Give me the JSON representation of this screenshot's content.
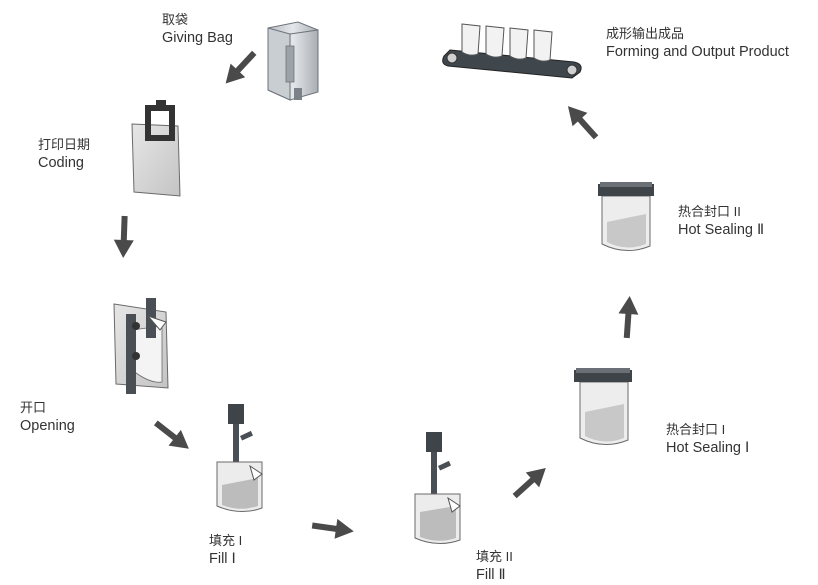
{
  "colors": {
    "arrow": "#4a4a4a",
    "bag": "#dcdcdc",
    "bag_stroke": "#6a6a6a",
    "machine": "#555555",
    "text": "#333333"
  },
  "steps": [
    {
      "id": "giving-bag",
      "zh": "取袋",
      "en": "Giving Bag",
      "icon": "bag-holder-icon"
    },
    {
      "id": "coding",
      "zh": "打印日期",
      "en": "Coding",
      "icon": "coding-bag-icon"
    },
    {
      "id": "opening",
      "zh": "开口",
      "en": "Opening",
      "icon": "opening-bag-icon"
    },
    {
      "id": "fill-1",
      "zh": "填充 I",
      "en": "Fill Ⅰ",
      "icon": "filling-nozzle-icon"
    },
    {
      "id": "fill-2",
      "zh": "填充 II",
      "en": "Fill Ⅱ",
      "icon": "filling-nozzle-icon"
    },
    {
      "id": "hot-sealing-1",
      "zh": "热合封口 I",
      "en": "Hot Sealing Ⅰ",
      "icon": "heat-sealer-icon"
    },
    {
      "id": "hot-sealing-2",
      "zh": "热合封口 II",
      "en": "Hot Sealing Ⅱ",
      "icon": "heat-sealer-icon"
    },
    {
      "id": "output",
      "zh": "成形输出成品",
      "en": "Forming and Output Product",
      "icon": "conveyor-icon"
    }
  ]
}
